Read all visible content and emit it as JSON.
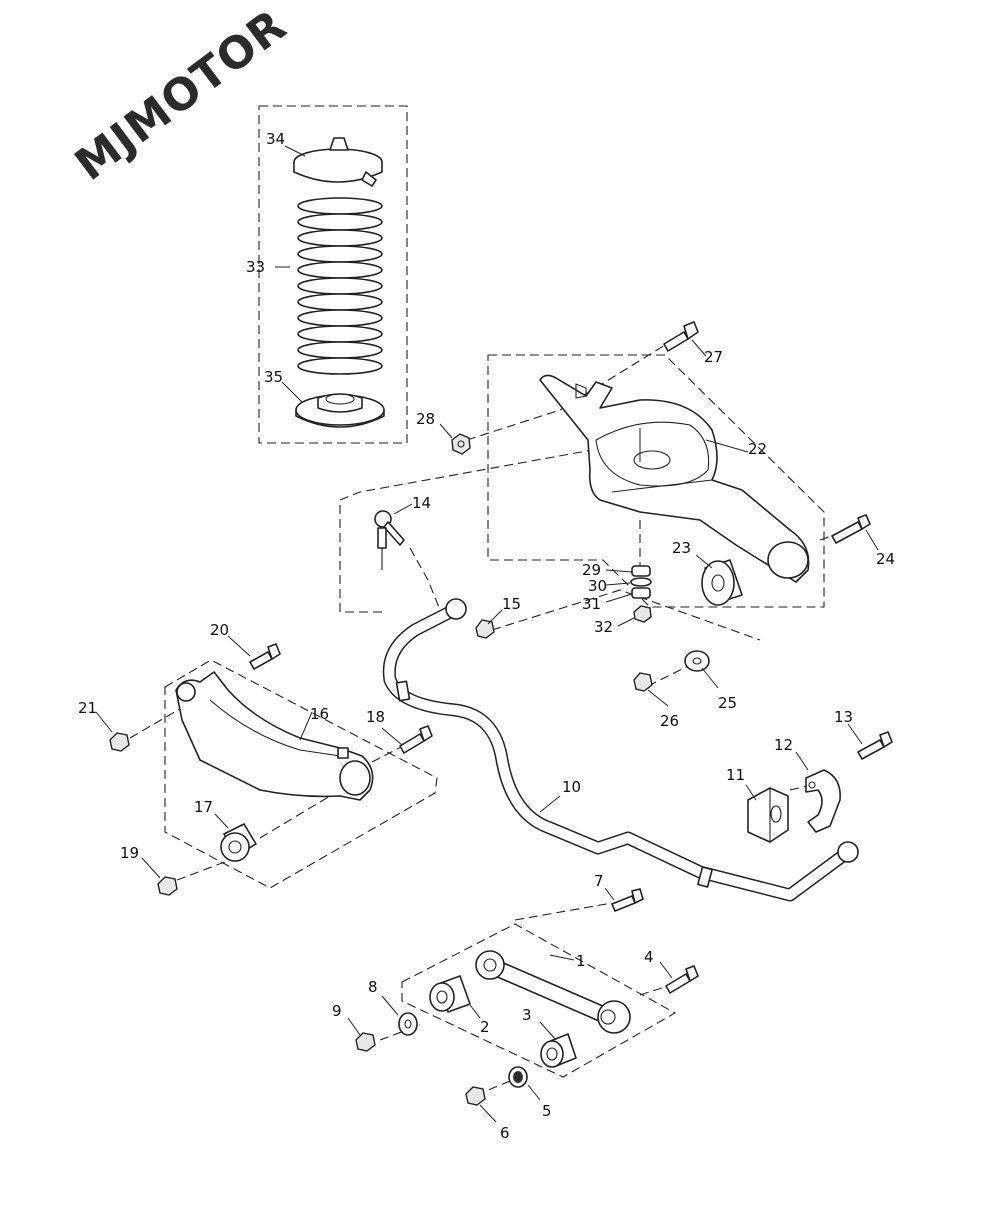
{
  "watermark": {
    "text": "MJMOTOR"
  },
  "callouts": [
    "1",
    "2",
    "3",
    "4",
    "5",
    "6",
    "7",
    "8",
    "9",
    "10",
    "11",
    "12",
    "13",
    "14",
    "15",
    "16",
    "17",
    "18",
    "19",
    "20",
    "21",
    "22",
    "23",
    "24",
    "25",
    "26",
    "27",
    "28",
    "29",
    "30",
    "31",
    "32",
    "33",
    "34",
    "35"
  ]
}
